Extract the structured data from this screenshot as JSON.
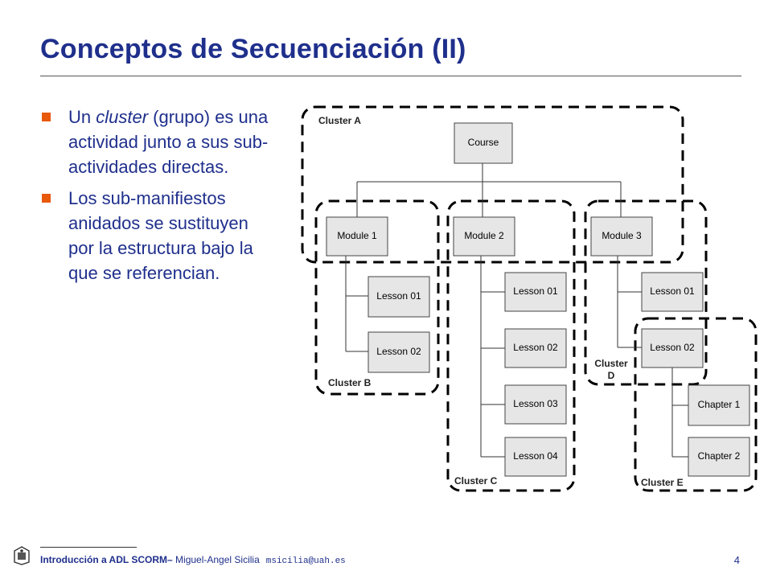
{
  "title": "Conceptos de Secuenciación (II)",
  "bullets": [
    {
      "before": "Un ",
      "em": "cluster",
      "after": " (grupo) es una actividad junto a sus sub-actividades directas."
    },
    {
      "before": "Los sub-manifiestos anidados se sustituyen por la estructura bajo la que se referencian.",
      "em": "",
      "after": ""
    }
  ],
  "diagram": {
    "nodes": {
      "course": "Course",
      "module1": "Module 1",
      "module2": "Module 2",
      "module3": "Module 3",
      "m1_lesson01": "Lesson 01",
      "m1_lesson02": "Lesson 02",
      "m2_lesson01": "Lesson 01",
      "m2_lesson02": "Lesson 02",
      "m2_lesson03": "Lesson 03",
      "m2_lesson04": "Lesson 04",
      "m3_lesson01": "Lesson 01",
      "m3_lesson02": "Lesson 02",
      "chapter1": "Chapter 1",
      "chapter2": "Chapter 2"
    },
    "clusters": {
      "a": "Cluster A",
      "b": "Cluster B",
      "c": "Cluster C",
      "d_line1": "Cluster",
      "d_line2": "D",
      "e": "Cluster E"
    },
    "colors": {
      "box_fill": "#e6e6e6",
      "box_stroke": "#444444",
      "cluster_stroke": "#000000"
    }
  },
  "footer": {
    "course": "Introducción a ADL SCORM",
    "separator": "– ",
    "author": "Miguel-Angel Sicilia",
    "email": "msicilia@uah.es",
    "page": "4"
  },
  "colors": {
    "title": "#1f2f8c",
    "bullet": "#e8590c"
  }
}
